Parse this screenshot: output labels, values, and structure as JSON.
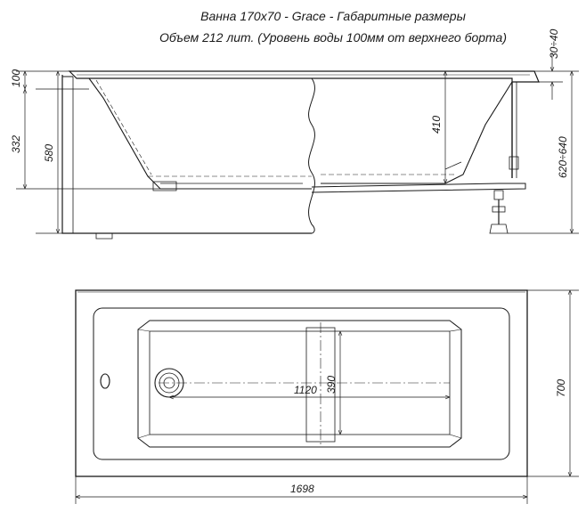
{
  "header": {
    "line1": "Ванна 170x70 - Grace - Габаритные размеры",
    "line2": "Объем 212 лит. (Уровень воды 100мм от верхнего борта)"
  },
  "side_view": {
    "dim_rim": "100",
    "dim_inner_depth": "332",
    "dim_total_height": "580",
    "dim_water": "410",
    "dim_leg_adjust": "30÷40",
    "dim_height_range": "620÷640"
  },
  "top_view": {
    "dim_width": "700",
    "dim_length": "1698",
    "dim_inner_length": "1120",
    "dim_inner_width": "390"
  },
  "colors": {
    "line": "#1a1a1a",
    "background": "#ffffff"
  }
}
